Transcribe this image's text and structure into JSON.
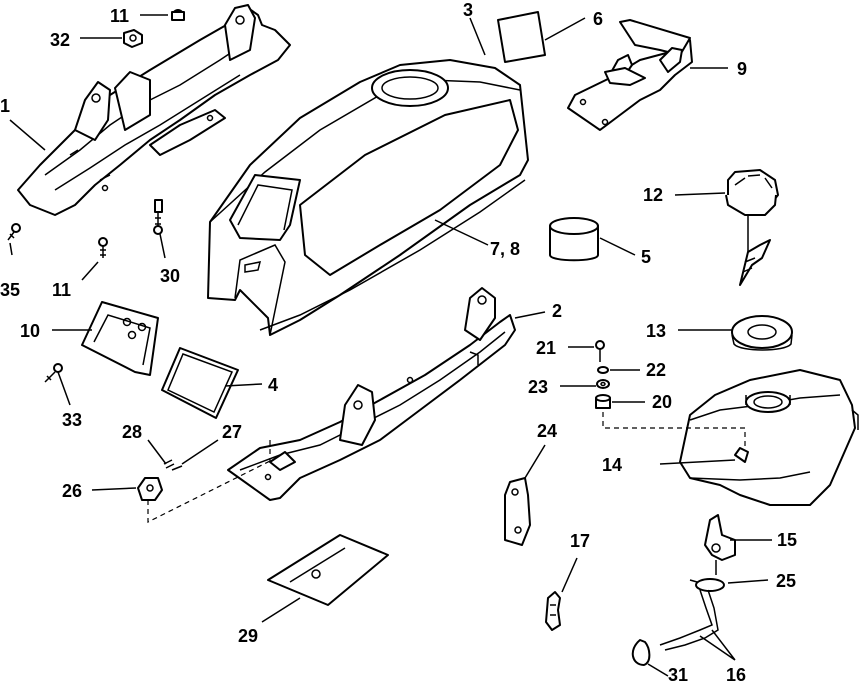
{
  "callouts": {
    "c1": "1",
    "c2": "2",
    "c3": "3",
    "c4": "4",
    "c5": "5",
    "c6": "6",
    "c7_8": "7, 8",
    "c9": "9",
    "c10": "10",
    "c11a": "11",
    "c11b": "11",
    "c12": "12",
    "c13": "13",
    "c14": "14",
    "c15": "15",
    "c16": "16",
    "c17": "17",
    "c20": "20",
    "c21": "21",
    "c22": "22",
    "c23": "23",
    "c24": "24",
    "c25": "25",
    "c26": "26",
    "c27": "27",
    "c28": "28",
    "c29": "29",
    "c30": "30",
    "c31": "31",
    "c32": "32",
    "c33": "33",
    "c35": "35"
  }
}
